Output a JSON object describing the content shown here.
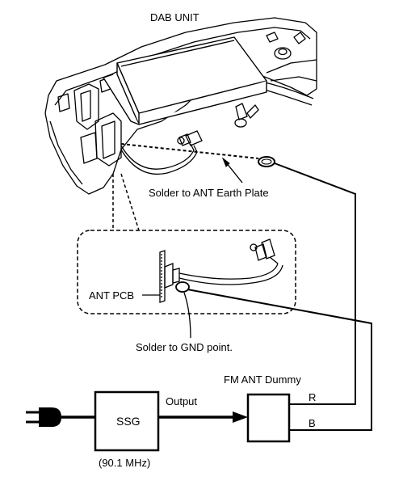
{
  "labels": {
    "dab_unit": "DAB UNIT",
    "solder_earth": "Solder to ANT Earth Plate",
    "ant_pcb": "ANT PCB",
    "solder_gnd": "Solder to GND point.",
    "fm_ant_dummy": "FM ANT  Dummy",
    "ssg": "SSG",
    "output": "Output",
    "frequency": "(90.1 MHz)",
    "terminal_r": "R",
    "terminal_b": "B"
  },
  "colors": {
    "line": "#000000",
    "background": "#ffffff",
    "device_fill": "#ffffff"
  }
}
